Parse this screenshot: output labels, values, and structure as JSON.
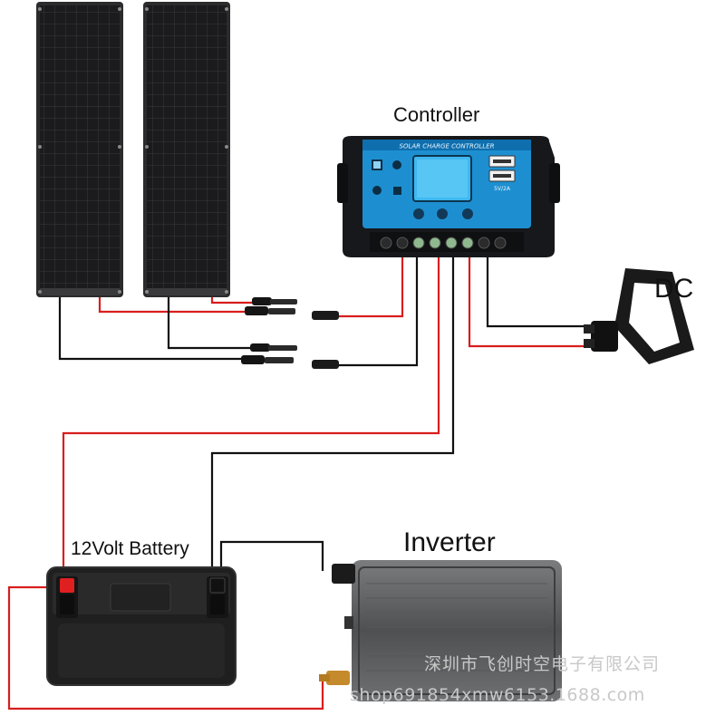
{
  "labels": {
    "controller": "Controller",
    "dc": "DC",
    "battery": "12Volt Battery",
    "inverter": "Inverter"
  },
  "controller_panel": {
    "header": "SOLAR CHARGE CONTROLLER",
    "usb_rating": "5V/2A"
  },
  "watermark": {
    "line1": "深圳市飞创时空电子有限公司",
    "line2": "shop691854xmw6153.1688.com"
  },
  "colors": {
    "positive_wire": "#d81e1e",
    "negative_wire": "#111111",
    "controller_body": "#16181b",
    "controller_panel": "#1d8fd0",
    "controller_lcd": "#3fb8f0",
    "solar_cell": "#1b1b1d",
    "inverter_body": "#5f6163",
    "battery_body": "#2a2a2a",
    "battery_terminal_positive": "#e02020"
  },
  "icons": {
    "solar_panels": "solar-panel-icon",
    "dc_load": "dc-lamp-icon",
    "connectors": "mc4-connector-icon"
  }
}
